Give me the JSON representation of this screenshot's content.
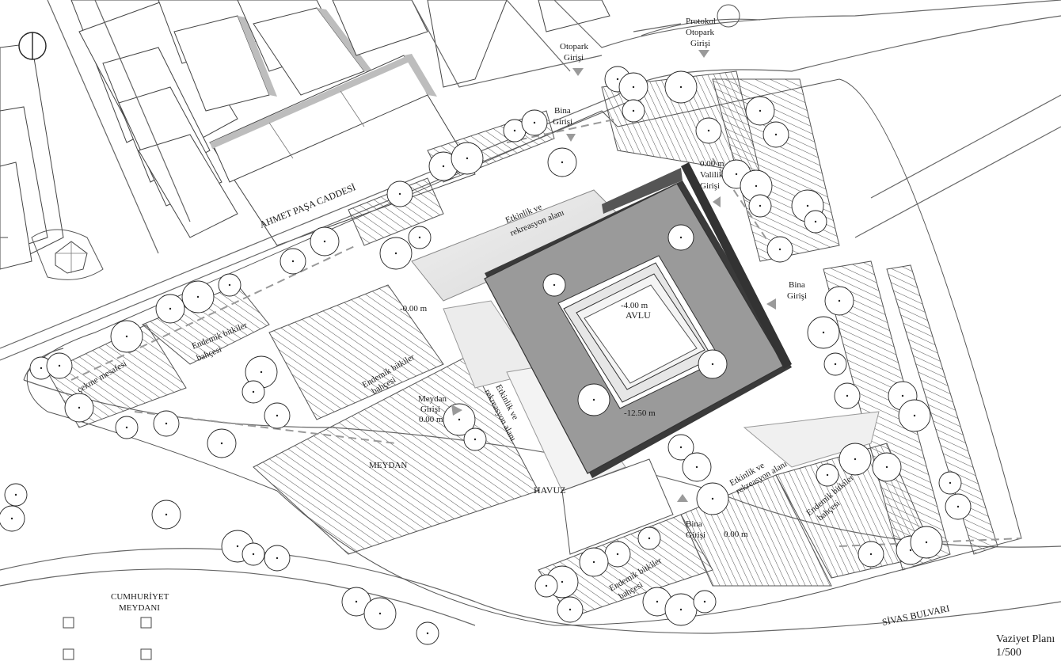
{
  "labels": {
    "north_symbol": "north-arrow",
    "street_top": "AHMET PAŞA CADDESİ",
    "street_bottom": "SİVAS BULVARI",
    "square_left_1": "CUMHURİYET",
    "square_left_2": "MEYDANI",
    "parking_1": "Otopark",
    "parking_2": "Girişi",
    "protocol_1": "Protokol",
    "protocol_2": "Otopark",
    "protocol_3": "Girişi",
    "bina_top_1": "Bina",
    "bina_top_2": "Girişi",
    "valilik_1": "0.00 m",
    "valilik_2": "Valilik",
    "valilik_3": "Girişi",
    "bina_right_1": "Bina",
    "bina_right_2": "Girişi",
    "bina_bottom_1": "Bina",
    "bina_bottom_2": "Girişi",
    "level_bottom": "0.00 m",
    "level_left": "-0.00 m",
    "avlu_level": "-4.00 m",
    "avlu": "AVLU",
    "lower_level": "-12.50 m",
    "etk_top_1": "Etkinlik ve",
    "etk_top_2": "rekreasyon alanı",
    "etk_mid_1": "Etkinlik ve",
    "etk_mid_2": "rekreasyon alanı",
    "etk_right_1": "Etkinlik ve",
    "etk_right_2": "rekreasyon alanı",
    "endemik_1a": "Endemik bitkiler",
    "endemik_1b": "bahçesi",
    "endemik_2a": "Endemik bitkiler",
    "endemik_2b": "bahçesi",
    "endemik_3a": "Endemik bitkiler",
    "endemik_3b": "bahçesi",
    "endemik_4a": "Endemik bitkiler",
    "endemik_4b": "bahçesi",
    "cekme": "çekme mesafesi",
    "meydan_giris_1": "Meydan",
    "meydan_giris_2": "Girişi",
    "meydan_giris_3": "0.00 m",
    "meydan": "MEYDAN",
    "havuz": "HAVUZ",
    "title": "Vaziyet Planı",
    "scale": "1/500"
  }
}
